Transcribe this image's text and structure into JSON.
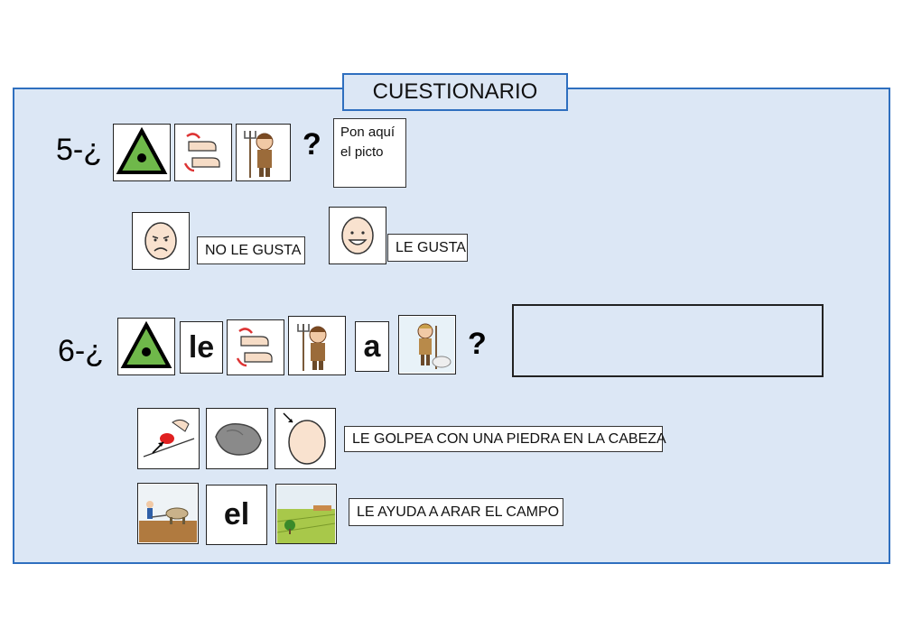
{
  "title": "CUESTIONARIO",
  "q5": {
    "prefix": "5-¿",
    "question_mark": "?",
    "placeholder_text": "Pon aquí el picto",
    "options": [
      {
        "label": "NO LE GUSTA",
        "icon": "sad-face-icon"
      },
      {
        "label": "LE GUSTA",
        "icon": "happy-face-icon"
      }
    ]
  },
  "q6": {
    "prefix": "6-¿",
    "word_le": "le",
    "word_a": "a",
    "question_mark": "?",
    "options": [
      {
        "label": "LE GOLPEA CON UNA PIEDRA EN LA CABEZA",
        "icons": [
          "hit-icon",
          "stone-icon",
          "head-icon"
        ]
      },
      {
        "label": "LE AYUDA A ARAR EL CAMPO",
        "icons": [
          "plough-icon",
          "word-el",
          "field-icon"
        ],
        "word_el": "el"
      }
    ]
  },
  "colors": {
    "panel_bg": "#dce7f5",
    "panel_border": "#2f6fbf"
  }
}
